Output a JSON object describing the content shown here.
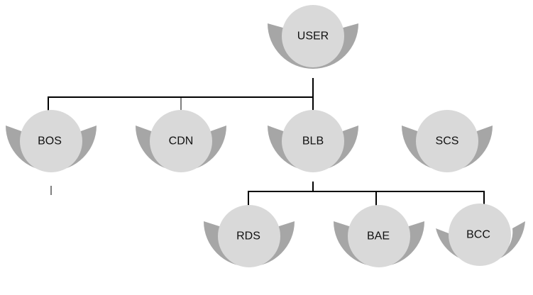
{
  "diagram": {
    "nodes": [
      {
        "id": "user",
        "label": "USER"
      },
      {
        "id": "bos",
        "label": "BOS"
      },
      {
        "id": "cdn",
        "label": "CDN"
      },
      {
        "id": "blb",
        "label": "BLB"
      },
      {
        "id": "scs",
        "label": "SCS"
      },
      {
        "id": "rds",
        "label": "RDS"
      },
      {
        "id": "bae",
        "label": "BAE"
      },
      {
        "id": "bcc",
        "label": "BCC"
      }
    ],
    "edges": [
      {
        "from": "user",
        "to": "bos"
      },
      {
        "from": "user",
        "to": "cdn"
      },
      {
        "from": "user",
        "to": "blb"
      },
      {
        "from": "blb",
        "to": "rds"
      },
      {
        "from": "blb",
        "to": "bae"
      },
      {
        "from": "blb",
        "to": "bcc"
      }
    ],
    "colors": {
      "ring": "#a6a6a6",
      "disc": "#d9d9d9",
      "line": "#000000"
    }
  }
}
